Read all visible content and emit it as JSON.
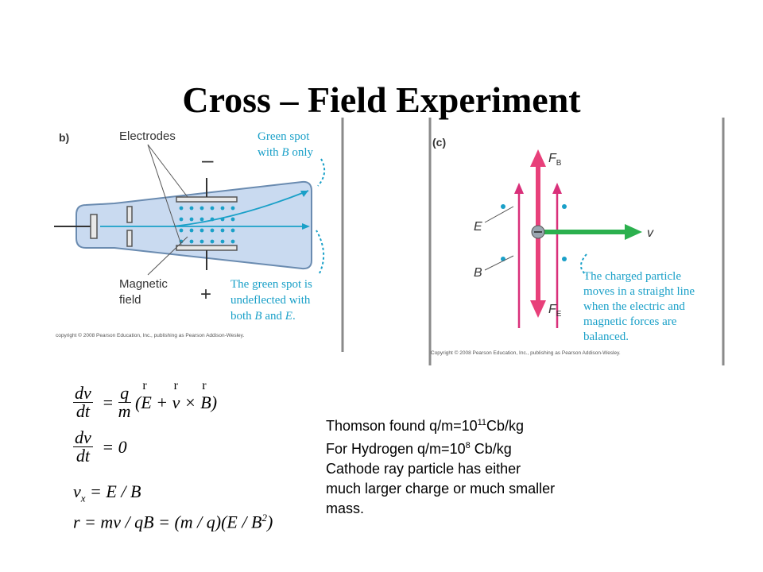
{
  "title": "Cross – Field Experiment",
  "figure_b": {
    "panel_label": "b)",
    "electrodes_label": "Electrodes",
    "minus_sign": "–",
    "plus_sign": "+",
    "magnetic_field_label_1": "Magnetic",
    "magnetic_field_label_2": "field",
    "green_spot_b_line1": "Green spot",
    "green_spot_b_line2_prefix": "with ",
    "green_spot_b_line2_suffix": " only",
    "green_spot_both_line1": "The green spot is",
    "green_spot_both_line2": "undeflected with",
    "green_spot_both_line3_prefix": "both ",
    "green_spot_both_line3_and": " and ",
    "symbol_B": "B",
    "symbol_E": "E",
    "copyright": "copyright © 2008 Pearson Education, Inc., publishing as Pearson Addison-Wesley."
  },
  "figure_c": {
    "panel_label": "(c)",
    "force_b": "F",
    "force_b_sub": "B",
    "force_e": "F",
    "force_e_sub": "E",
    "e_label": "E",
    "b_label": "B",
    "v_label": "v",
    "caption_lines": [
      "The charged particle",
      "moves in a straight line",
      "when the electric and",
      "magnetic forces are",
      "balanced."
    ],
    "copyright": "Copyright © 2008 Pearson Education, Inc., publishing as Pearson Addison-Wesley."
  },
  "equations": {
    "eq1_num": "dv",
    "eq1_den": "dt",
    "eq1_frac_num": "q",
    "eq1_frac_den": "m",
    "eq1_open": "(",
    "eq1_E": "E",
    "eq1_plus": " + ",
    "eq1_v": "v",
    "eq1_cross": " × ",
    "eq1_B": "B",
    "eq1_close": ")",
    "eq2_num": "dv",
    "eq2_den": "dt",
    "eq2_rhs": "= 0",
    "eq3": "vx = E / B",
    "eq3_v": "v",
    "eq3_sub": "x",
    "eq3_rhs": " = E / B",
    "eq4": "r = mv / qB = (m / q)(E / B2)",
    "eq4_main": "r = mv / qB = (m / q)(E / B",
    "eq4_sup": "2",
    "eq4_close": ")",
    "r_mark": "r"
  },
  "notes": {
    "line1_prefix": "Thomson found q/m=10",
    "line1_exp": "11",
    "line1_suffix": "Cb/kg",
    "line2_prefix": "For Hydrogen q/m=10",
    "line2_exp": "8",
    "line2_suffix": " Cb/kg",
    "line3": "Cathode ray particle has either",
    "line4": "much larger charge or much smaller",
    "line5": "mass."
  },
  "colors": {
    "tube_fill": "#c9daf0",
    "cyan": "#1aa0c8",
    "force_pink": "#e8407a",
    "field_pink": "#d9307a",
    "velocity_green": "#2bb04e",
    "gray": "#7a7a7a"
  }
}
